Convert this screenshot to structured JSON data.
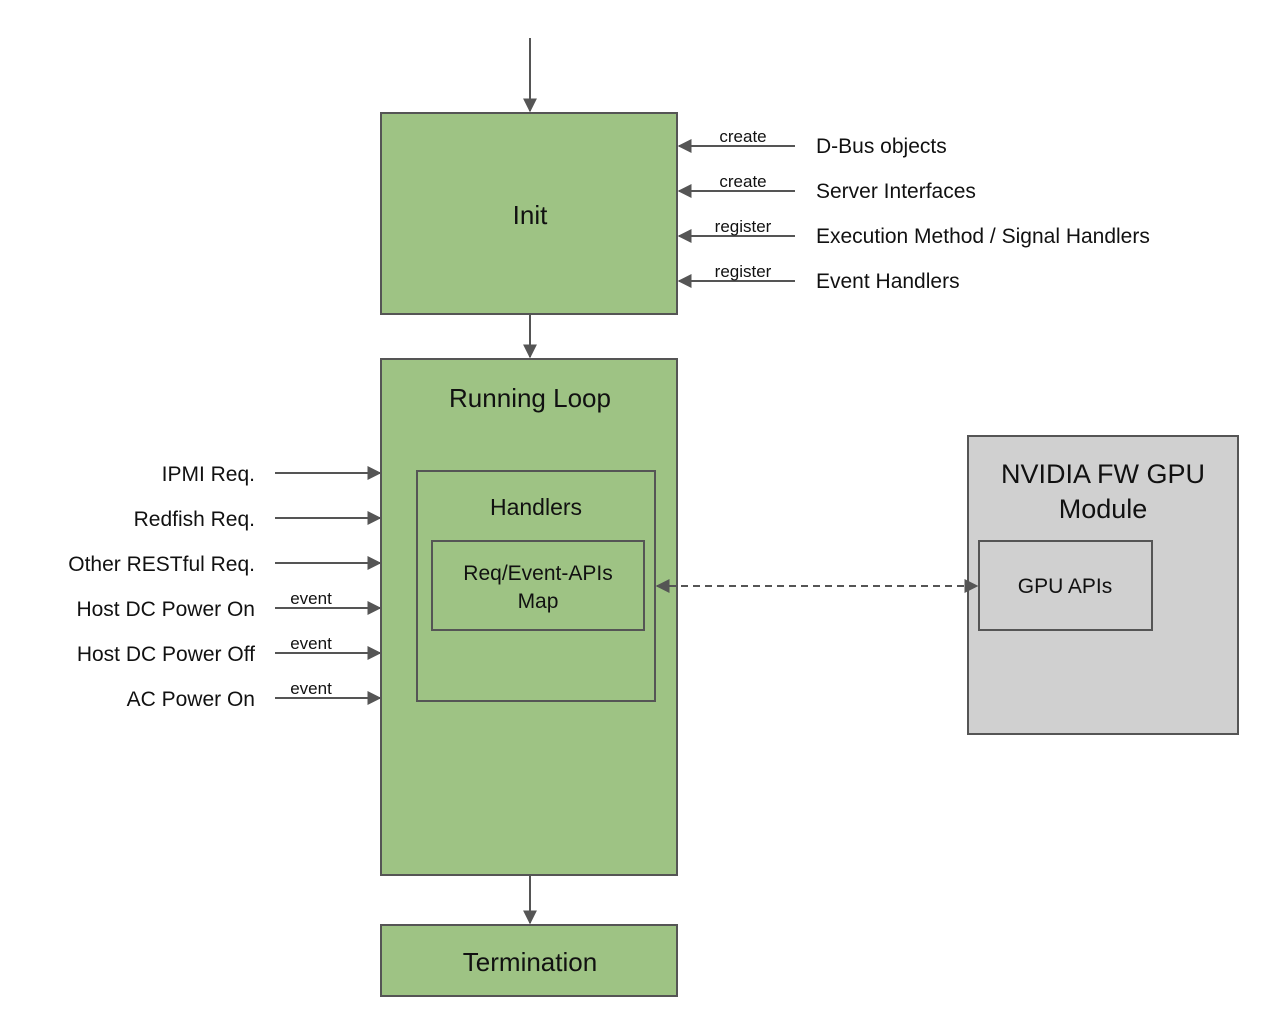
{
  "colors": {
    "green_fill": "#9ec384",
    "gray_fill": "#d0d0d0",
    "stroke": "#555555",
    "text": "#111111"
  },
  "init": {
    "title": "Init",
    "inputs": [
      {
        "verb": "create",
        "label": "D-Bus objects"
      },
      {
        "verb": "create",
        "label": "Server Interfaces"
      },
      {
        "verb": "register",
        "label": "Execution Method / Signal Handlers"
      },
      {
        "verb": "register",
        "label": "Event Handlers"
      }
    ]
  },
  "running_loop": {
    "title": "Running Loop",
    "handlers_title": "Handlers",
    "map_line1": "Req/Event-APIs",
    "map_line2": "Map",
    "inputs": [
      {
        "label": "IPMI Req.",
        "verb": ""
      },
      {
        "label": "Redfish Req.",
        "verb": ""
      },
      {
        "label": "Other RESTful Req.",
        "verb": ""
      },
      {
        "label": "Host DC Power On",
        "verb": "event"
      },
      {
        "label": "Host DC Power Off",
        "verb": "event"
      },
      {
        "label": "AC Power On",
        "verb": "event"
      }
    ]
  },
  "gpu_module": {
    "title_line1": "NVIDIA FW GPU",
    "title_line2": "Module",
    "apis_label": "GPU APIs"
  },
  "termination": {
    "title": "Termination"
  }
}
